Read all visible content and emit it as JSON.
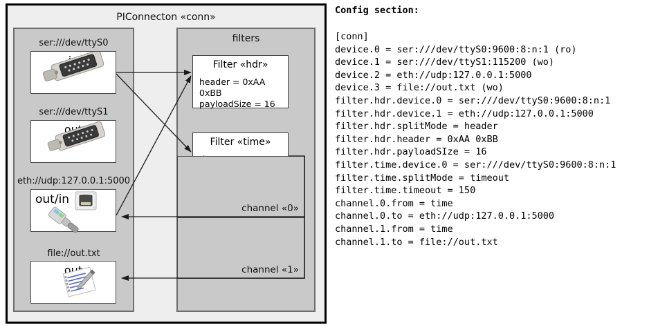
{
  "diagram": {
    "outer_title": "PIConnecton «conn»",
    "devices_group": {
      "title": "",
      "items": [
        {
          "label": "ser:///dev/ttyS0",
          "role": "in",
          "icon": "serial-port-icon"
        },
        {
          "label": "ser:///dev/ttyS1",
          "role": "out",
          "icon": "serial-port-icon"
        },
        {
          "label": "eth://udp:127.0.0.1:5000",
          "role": "out/in",
          "icon": "ethernet-plug-icon"
        },
        {
          "label": "file://out.txt",
          "role": "out",
          "icon": "text-file-icon"
        }
      ]
    },
    "filters_group": {
      "title": "filters",
      "filters": [
        {
          "title": "Filter «hdr»",
          "props": [
            "header = 0xAA 0xBB",
            "payloadSize = 16"
          ]
        },
        {
          "title": "Filter «time»",
          "props": [
            "timeout = 150 ms"
          ]
        }
      ],
      "channels": [
        {
          "label": "channel «0»"
        },
        {
          "label": "channel «1»"
        }
      ]
    }
  },
  "config": {
    "heading": "Config section:",
    "lines": [
      "[conn]",
      "device.0 = ser:///dev/ttyS0:9600:8:n:1 (ro)",
      "device.1 = ser:///dev/ttyS1:115200 (wo)",
      "device.2 = eth://udp:127.0.0.1:5000",
      "device.3 = file://out.txt (wo)",
      "filter.hdr.device.0 = ser:///dev/ttyS0:9600:8:n:1",
      "filter.hdr.device.1 = eth://udp:127.0.0.1:5000",
      "filter.hdr.splitMode = header",
      "filter.hdr.header = 0xAA 0xBB",
      "filter.hdr.payloadSIze = 16",
      "filter.time.device.0 = ser:///dev/ttyS0:9600:8:n:1",
      "filter.time.splitMode = timeout",
      "filter.time.timeout = 150",
      "channel.0.from = time",
      "channel.0.to = eth://udp:127.0.0.1:5000",
      "channel.1.from = time",
      "channel.1.to = file://out.txt"
    ]
  },
  "colors": {
    "page_background": "#ffffff",
    "outer_frame_fill": "#eeeeee",
    "outer_frame_border": "#000000",
    "group_fill": "#c9c9c9",
    "group_border": "#6e6e6e",
    "node_fill": "#ffffff",
    "node_border": "#4a4a4a",
    "arrow": "#1a1a1a",
    "text": "#111111"
  }
}
